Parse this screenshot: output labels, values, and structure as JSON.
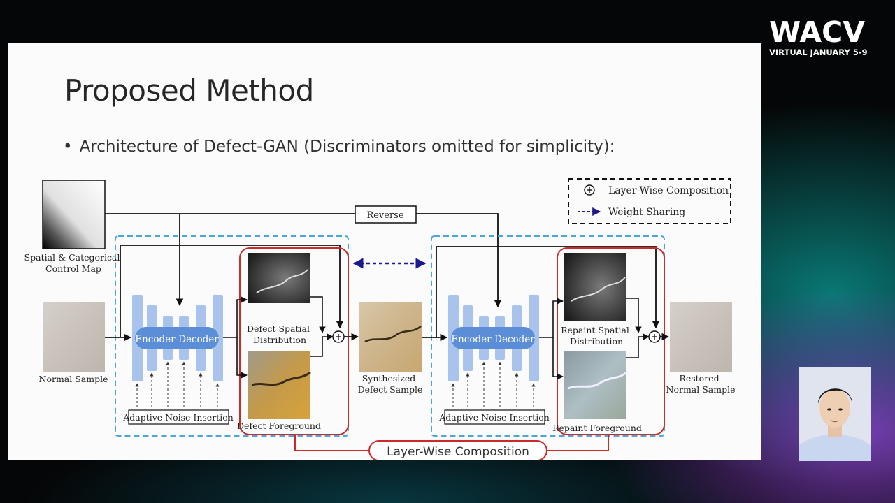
{
  "logo": {
    "main": "WACV",
    "sub": "VIRTUAL JANUARY 5-9"
  },
  "slide": {
    "title": "Proposed Method",
    "bullet": "Architecture of Defect-GAN (Discriminators omitted for simplicity):"
  },
  "diagram": {
    "legend": {
      "composition": "Layer-Wise Composition",
      "sharing": "Weight Sharing"
    },
    "reverse_label": "Reverse",
    "control_map_label": [
      "Spatial & Categorical",
      "Control Map"
    ],
    "normal_sample_label": "Normal Sample",
    "encoder_decoder_label": "Encoder-Decoder",
    "noise_label": "Adaptive Noise Insertion",
    "defect_spatial_label": [
      "Defect Spatial",
      "Distribution"
    ],
    "defect_foreground_label": "Defect Foreground",
    "synth_label": [
      "Synthesized",
      "Defect Sample"
    ],
    "repaint_spatial_label": [
      "Repaint Spatial",
      "Distribution"
    ],
    "repaint_foreground_label": "Repaint Foreground",
    "restored_label": [
      "Restored",
      "Normal Sample"
    ],
    "composition_caption": "Layer-Wise Composition"
  },
  "colors": {
    "dashed_box": "#4aa8d8",
    "red_box": "#cc2a2a",
    "encoder": "#5b8ed6",
    "layer": "#a9c4ec",
    "weight_sharing": "#1a1a8c"
  }
}
